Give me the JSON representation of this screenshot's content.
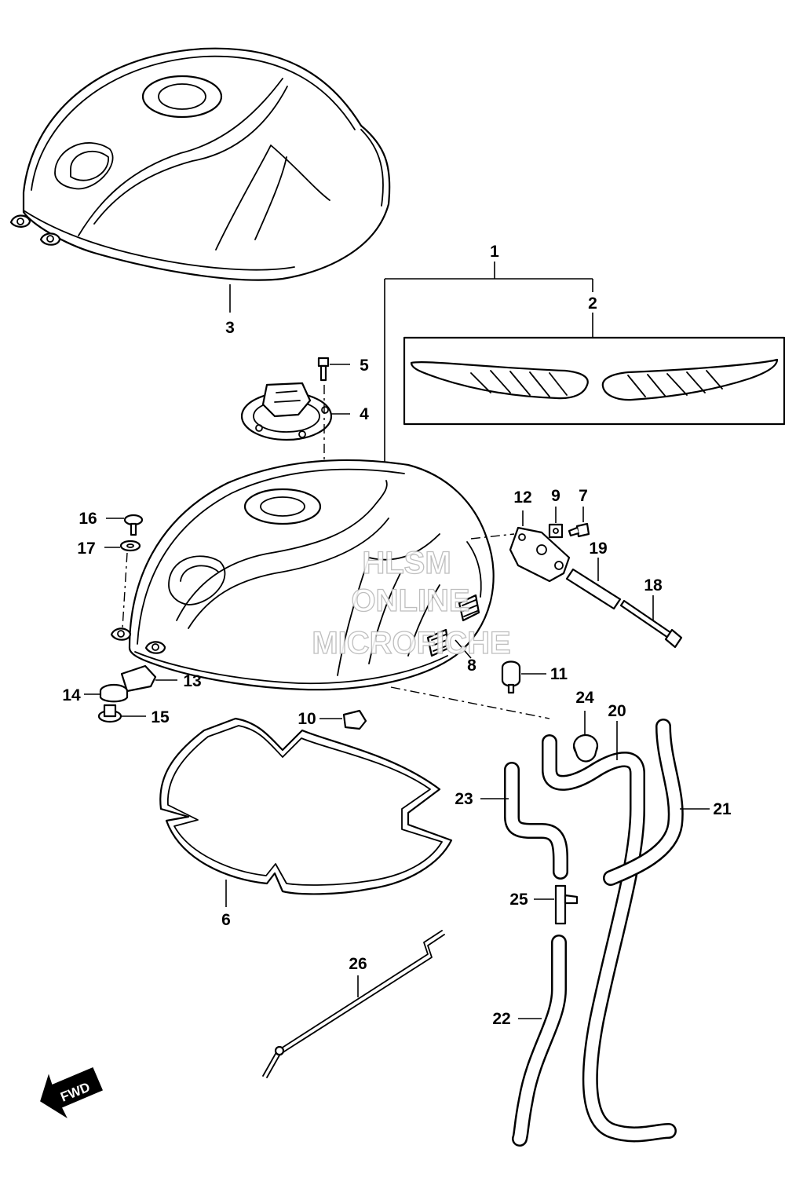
{
  "callouts": [
    {
      "id": "1",
      "label": "1"
    },
    {
      "id": "2",
      "label": "2"
    },
    {
      "id": "3",
      "label": "3"
    },
    {
      "id": "4",
      "label": "4"
    },
    {
      "id": "5",
      "label": "5"
    },
    {
      "id": "6",
      "label": "6"
    },
    {
      "id": "7",
      "label": "7"
    },
    {
      "id": "8",
      "label": "8"
    },
    {
      "id": "9",
      "label": "9"
    },
    {
      "id": "10",
      "label": "10"
    },
    {
      "id": "11",
      "label": "11"
    },
    {
      "id": "12",
      "label": "12"
    },
    {
      "id": "13",
      "label": "13"
    },
    {
      "id": "14",
      "label": "14"
    },
    {
      "id": "15",
      "label": "15"
    },
    {
      "id": "16",
      "label": "16"
    },
    {
      "id": "17",
      "label": "17"
    },
    {
      "id": "18",
      "label": "18"
    },
    {
      "id": "19",
      "label": "19"
    },
    {
      "id": "20",
      "label": "20"
    },
    {
      "id": "21",
      "label": "21"
    },
    {
      "id": "22",
      "label": "22"
    },
    {
      "id": "23",
      "label": "23"
    },
    {
      "id": "24",
      "label": "24"
    },
    {
      "id": "25",
      "label": "25"
    },
    {
      "id": "26",
      "label": "26"
    }
  ],
  "watermark": {
    "line1": "HLSM",
    "line2": "ONLINE",
    "line3": "MICROFICHE"
  },
  "fwd_label": "FWD",
  "colors": {
    "line": "#000000",
    "background": "#ffffff",
    "watermark_stroke": "#b8b8b8"
  }
}
